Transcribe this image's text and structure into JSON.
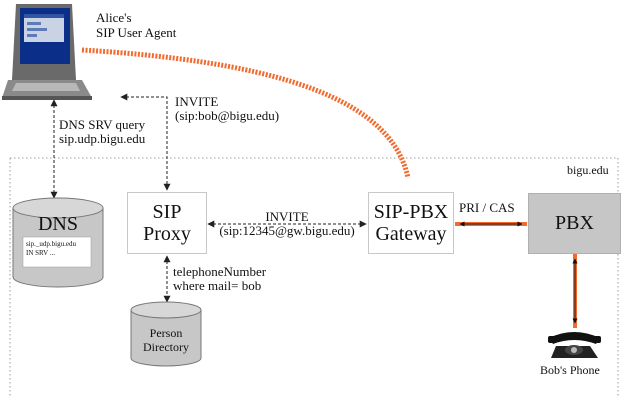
{
  "labels": {
    "alice": [
      "Alice's",
      "SIP User Agent"
    ],
    "invite_top": [
      "INVITE",
      "(sip:bob@bigu.edu)"
    ],
    "dns_query": [
      "DNS SRV query",
      "sip.udp.bigu.edu"
    ],
    "domain": "bigu.edu",
    "invite_mid": [
      "INVITE",
      "(sip:12345@gw.bigu.edu)"
    ],
    "pri_cas": "PRI / CAS",
    "ldap": [
      "telephoneNumber",
      "where mail= bob"
    ],
    "bobs_phone": "Bob's Phone"
  },
  "nodes": {
    "dns": {
      "title": "DNS",
      "record": [
        "sip._udp.bigu.edu",
        "IN SRV ..."
      ]
    },
    "sip_proxy": [
      "SIP",
      "Proxy"
    ],
    "gateway": [
      "SIP-PBX",
      "Gateway"
    ],
    "pbx": "PBX",
    "person_directory": [
      "Person",
      "Directory"
    ]
  },
  "colors": {
    "orange": "#f26a2e",
    "cylinder": "#c7c7c7",
    "pbx_fill": "#c6c6c6",
    "dotted": "#9a9a9a"
  }
}
